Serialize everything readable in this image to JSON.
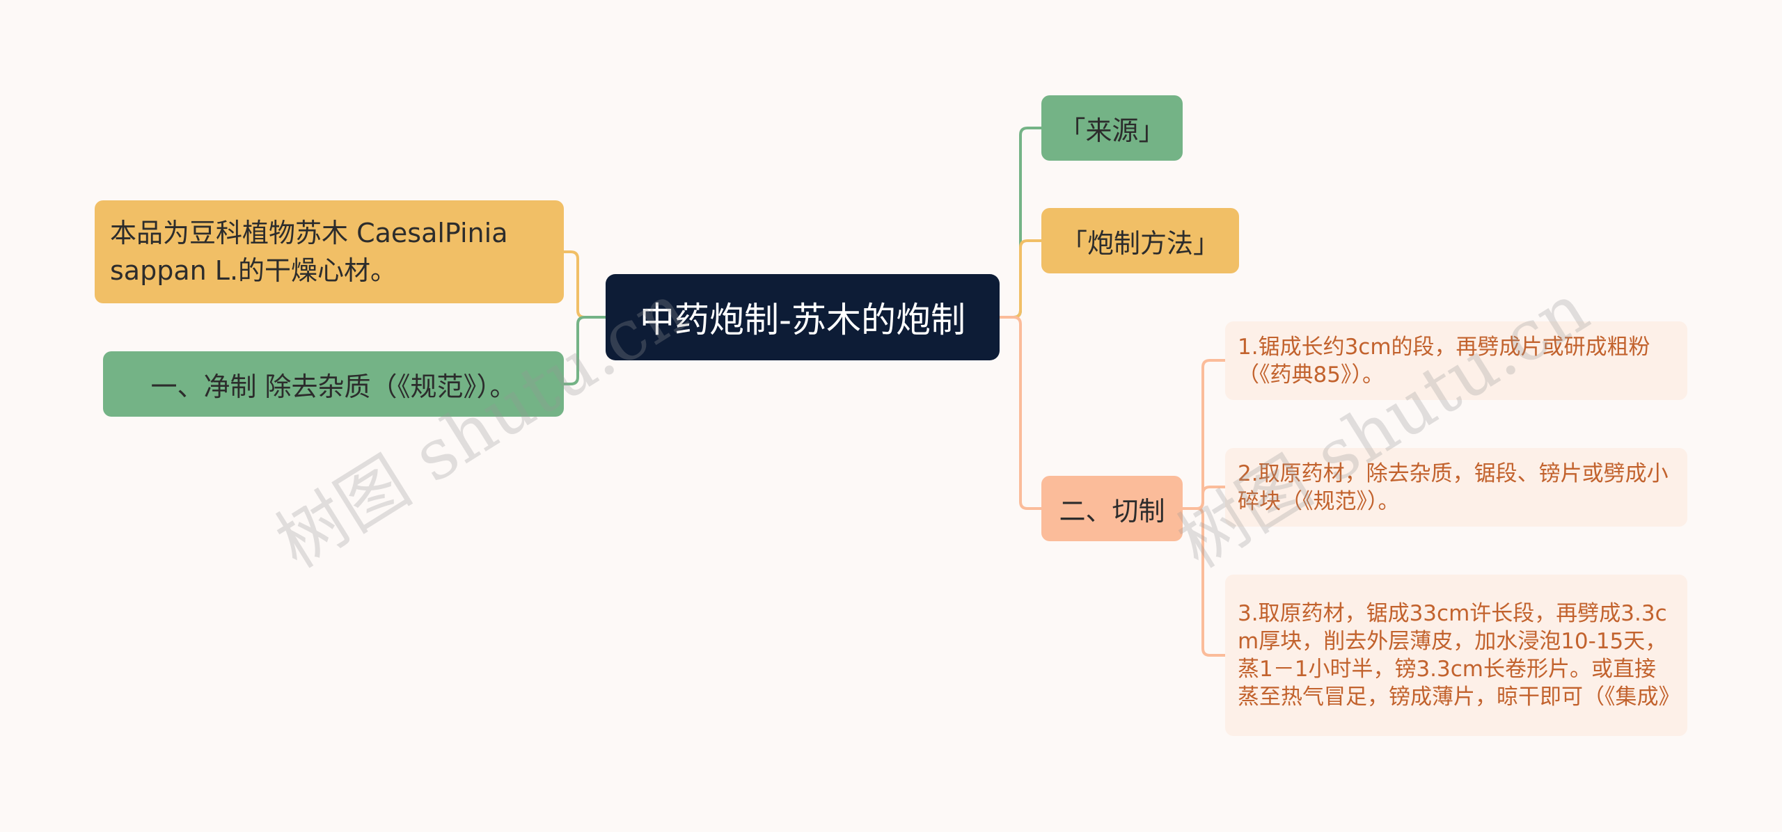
{
  "mindmap": {
    "root": {
      "label": "中药炮制-苏木的炮制"
    },
    "left": [
      {
        "label": "本品为豆科植物苏木 CaesalPinia sappan L.的干燥心材。",
        "color": "#f1bf66"
      },
      {
        "label": "一、净制 除去杂质（《规范》）。",
        "color": "#74b386"
      }
    ],
    "right": [
      {
        "label": "「来源」",
        "color": "#74b386"
      },
      {
        "label": "「炮制方法」",
        "color": "#f1bf66"
      },
      {
        "label": "二、切制",
        "color": "#fbbc9a"
      }
    ],
    "cut_children": [
      {
        "label": "1.锯成长约3cm的段，再劈成片或研成粗粉（《药典85》）。"
      },
      {
        "label": "2.取原药材，除去杂质，锯段、镑片或劈成小碎块（《规范》）。"
      },
      {
        "label": "3.取原药材，锯成33cm许长段，再劈成3.3cm厚块，削去外层薄皮，加水浸泡10-15天，蒸1－1小时半，镑3.3cm长卷形片。或直接蒸至热气冒足，镑成薄片，晾干即可（《集成》"
      }
    ]
  },
  "watermark": "树图 shutu.cn",
  "colors": {
    "background": "#fdf9f7",
    "root": "#0d1c36",
    "green": "#74b386",
    "orange": "#f1bf66",
    "salmon": "#fbbc9a",
    "leaf_bg": "#fdf0e8",
    "leaf_text": "#c2622d"
  }
}
